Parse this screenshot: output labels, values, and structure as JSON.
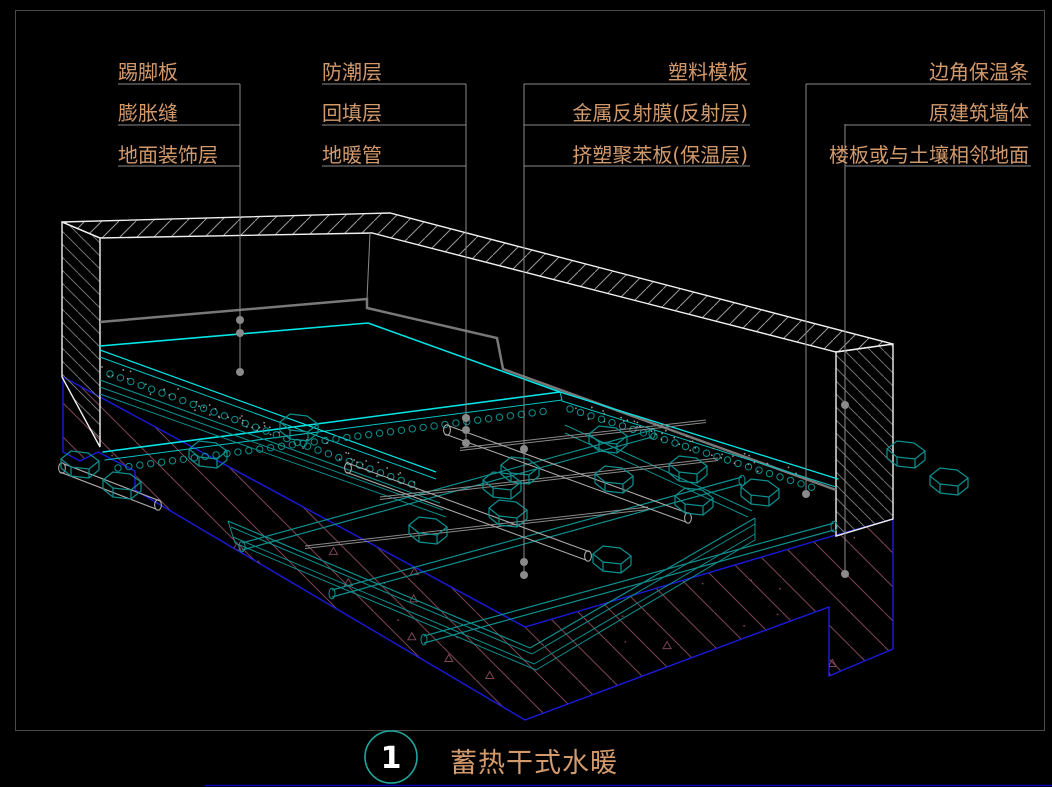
{
  "drawing": {
    "kind": "construction-detail",
    "title": {
      "number": "1",
      "label": "蓄热干式水暖"
    }
  },
  "labels": {
    "columns": [
      {
        "align": "left",
        "items": [
          "踢脚板",
          "膨胀缝",
          "地面装饰层"
        ]
      },
      {
        "align": "left",
        "items": [
          "防潮层",
          "回填层",
          "地暖管"
        ]
      },
      {
        "align": "right",
        "items": [
          "塑料模板",
          "金属反射膜(反射层)",
          "挤塑聚苯板(保温层)"
        ]
      },
      {
        "align": "right",
        "items": [
          "边角保温条",
          "原建筑墙体",
          "楼板或与土壤相邻地面"
        ]
      }
    ]
  },
  "colors": {
    "background": "#000000",
    "frame_border": "#4a4a4a",
    "label_text": "#d2996b",
    "leader_line": "#8a8a8a",
    "wall_outline": "#f0f0f0",
    "wall_hatch": "#6f6f6f",
    "floor_finish_cyan": "#00e5e5",
    "formwork_teal": "#0e8f8f",
    "slab_outline": "#1a1ae0",
    "slab_hatch_maroon": "#7c4455",
    "skirting_gray": "#787878",
    "pipe_gray": "#a8a8a8",
    "title_circle": "#1fa79f",
    "title_number": "#ffffff"
  }
}
